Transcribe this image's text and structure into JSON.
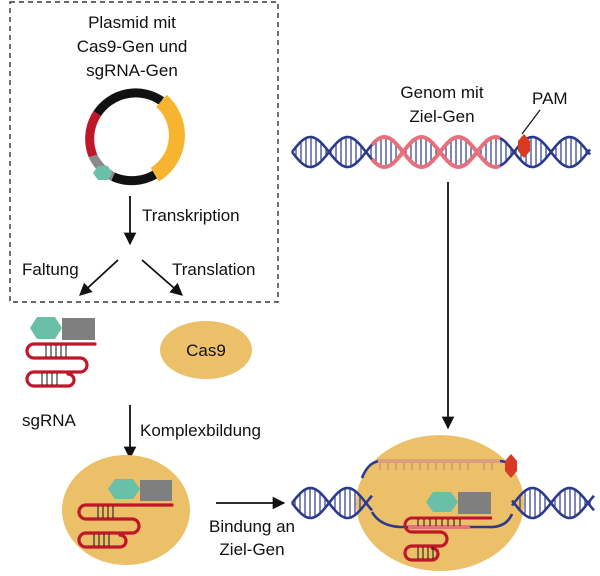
{
  "plasmid_box": {
    "title_lines": [
      "Plasmid mit",
      "Cas9-Gen und",
      "sgRNA-Gen"
    ]
  },
  "steps": {
    "transcription": "Transkription",
    "folding": "Faltung",
    "translation": "Translation",
    "complex_formation": "Komplexbildung",
    "binding_lines": [
      "Bindung an",
      "Ziel-Gen"
    ]
  },
  "molecules": {
    "sgrna": "sgRNA",
    "cas9": "Cas9"
  },
  "genome": {
    "title_lines": [
      "Genom mit",
      "Ziel-Gen"
    ],
    "pam": "PAM"
  },
  "colors": {
    "dna_blue": "#2b3a8c",
    "target_pink": "#e8707a",
    "rna_red": "#c0162a",
    "cas9_fill": "#ecc068",
    "plasmid_yellow": "#f6b431",
    "plasmid_red": "#c0162a",
    "plasmid_black": "#111111",
    "plasmid_gray": "#8a8a8a",
    "hexagon_teal": "#69bfa8",
    "square_gray": "#7f7f7f",
    "pam_red": "#d93a25",
    "bar_peach": "#d9a07a"
  }
}
